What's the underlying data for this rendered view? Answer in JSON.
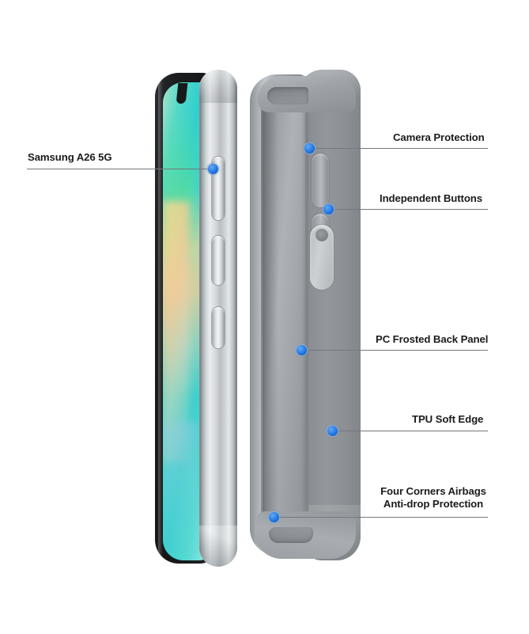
{
  "diagram": {
    "title": "Samsung A26 5G phone case feature callouts",
    "background_color": "#ffffff",
    "marker_color": "#2b7ee8",
    "leader_color": "#74777b",
    "label_color": "#1b1b1b"
  },
  "product": {
    "phone": {
      "name": "Samsung A26 5G",
      "screen_colors": [
        "#2fd0cf",
        "#57d9c8",
        "#f3de8c",
        "#f6cb96"
      ],
      "frame_color": "#d6dadd"
    },
    "case": {
      "body_color": "#8b8f93",
      "rim_color": "#c3c7ca"
    }
  },
  "callouts": [
    {
      "id": "phone-model",
      "label": "Samsung A26 5G",
      "side": "left"
    },
    {
      "id": "camera-protection",
      "label": "Camera Protection",
      "side": "right"
    },
    {
      "id": "independent-buttons",
      "label": "Independent Buttons",
      "side": "right"
    },
    {
      "id": "pc-frosted-back-panel",
      "label": "PC Frosted Back Panel",
      "side": "right"
    },
    {
      "id": "tpu-soft-edge",
      "label": "TPU Soft Edge",
      "side": "right"
    },
    {
      "id": "four-corners-airbags",
      "label": "Four Corners Airbags\nAnti-drop Protection",
      "side": "right"
    }
  ]
}
